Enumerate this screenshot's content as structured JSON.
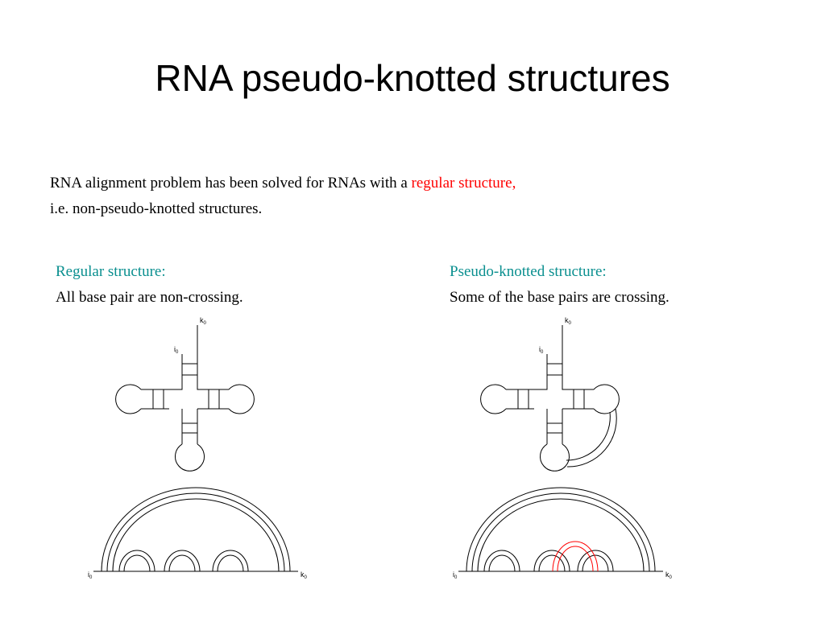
{
  "slide": {
    "title": "RNA pseudo-knotted structures"
  },
  "intro": {
    "line1_prefix": "RNA alignment problem has been solved for RNAs with a ",
    "line1_highlight": "regular structure,",
    "line2": "i.e. non-pseudo-knotted structures."
  },
  "left_column": {
    "heading": "Regular structure:",
    "description": "All base pair are non-crossing."
  },
  "right_column": {
    "heading": "Pseudo-knotted structure:",
    "description": "Some of the base pairs are crossing."
  },
  "labels": {
    "k": "k",
    "i": "i",
    "sub": "0"
  },
  "colors": {
    "heading": "#0a8f8f",
    "highlight": "#ff0000",
    "crossing_arcs": "#ff0000"
  }
}
